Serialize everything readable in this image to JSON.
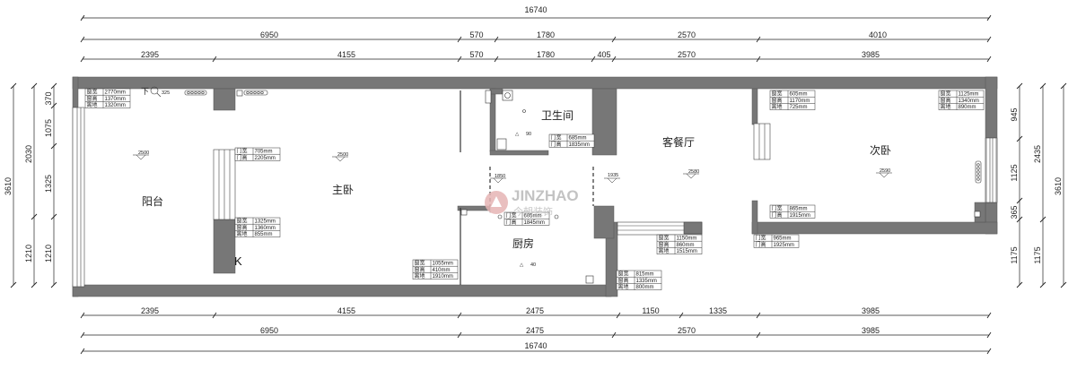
{
  "dimensions": {
    "top_total": "16740",
    "top_row2": [
      "6950",
      "570",
      "1780",
      "2570",
      "4010"
    ],
    "top_row3": [
      "2395",
      "4155",
      "570",
      "1780",
      "405",
      "2570",
      "3985"
    ],
    "bottom_row1": [
      "2395",
      "4155",
      "2475",
      "1150",
      "1335",
      "3985"
    ],
    "bottom_row2": [
      "6950",
      "2475",
      "2570",
      "3985"
    ],
    "bottom_total": "16740",
    "left_outer": "3610",
    "left_mid": [
      "2030",
      "1210"
    ],
    "left_inner": [
      "370",
      "1075",
      "1325",
      "1210"
    ],
    "right_inner": [
      "945",
      "1125",
      "365",
      "1175"
    ],
    "right_mid": [
      "2435",
      "1175"
    ],
    "right_outer": "3610"
  },
  "rooms": {
    "balcony": "阳台",
    "master_bedroom": "主卧",
    "bathroom": "卫生间",
    "living_dining": "客餐厅",
    "second_bedroom": "次卧",
    "kitchen": "厨房"
  },
  "tables": {
    "t1": [
      [
        "窗宽",
        "2770mm"
      ],
      [
        "窗高",
        "1370mm"
      ],
      [
        "离地",
        "1320mm"
      ]
    ],
    "t2": [
      [
        "门宽",
        "705mm"
      ],
      [
        "门高",
        "2205mm"
      ]
    ],
    "t3": [
      [
        "窗宽",
        "1325mm"
      ],
      [
        "窗高",
        "1360mm"
      ],
      [
        "离地",
        "855mm"
      ]
    ],
    "t4": [
      [
        "门宽",
        "685mm"
      ],
      [
        "门高",
        "1835mm"
      ]
    ],
    "t5": [
      [
        "门宽",
        "605mm"
      ],
      [
        "门高",
        "1845mm"
      ]
    ],
    "t6": [
      [
        "窗宽",
        "1055mm"
      ],
      [
        "窗高",
        "410mm"
      ],
      [
        "离地",
        "1910mm"
      ]
    ],
    "t7": [
      [
        "窗宽",
        "815mm"
      ],
      [
        "窗高",
        "1335mm"
      ],
      [
        "离地",
        "800mm"
      ]
    ],
    "t8": [
      [
        "窗宽",
        "1150mm"
      ],
      [
        "窗高",
        "860mm"
      ],
      [
        "离地",
        "1515mm"
      ]
    ],
    "t9": [
      [
        "窗宽",
        "605mm"
      ],
      [
        "窗高",
        "1170mm"
      ],
      [
        "离地",
        "725mm"
      ]
    ],
    "t10": [
      [
        "窗宽",
        "1125mm"
      ],
      [
        "窗高",
        "1340mm"
      ],
      [
        "离地",
        "890mm"
      ]
    ],
    "t11": [
      [
        "门宽",
        "865mm"
      ],
      [
        "门高",
        "1915mm"
      ]
    ],
    "t12": [
      [
        "门宽",
        "965mm"
      ],
      [
        "门高",
        "1925mm"
      ]
    ]
  },
  "levels": {
    "l1": "2500",
    "l2": "2500",
    "l3": "1850",
    "l4": "1935",
    "l5": "2580",
    "l6": "2590",
    "l7": "325",
    "l8": "90",
    "l9": "40"
  },
  "labels": {
    "down_note": "下",
    "k_mark": "K"
  },
  "watermark": {
    "text": "JINZHAO",
    "sub": "今朝装饰",
    "color": "#d9a0a0"
  }
}
